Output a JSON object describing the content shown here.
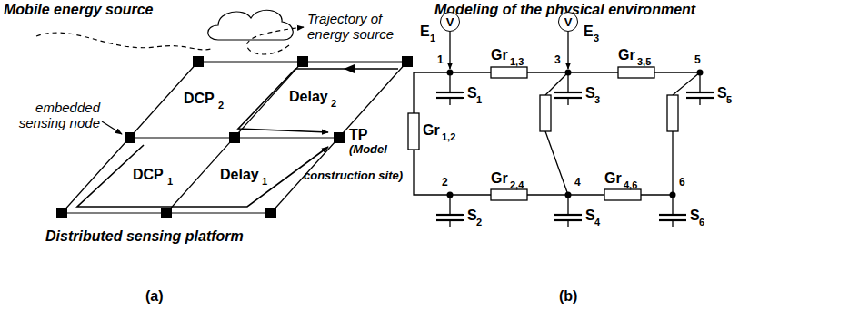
{
  "diagram": {
    "nodes": [
      {
        "text": [
          "V"
        ]
      },
      {
        "text": [
          "V"
        ]
      }
    ],
    "labels": [
      "Mobile energy source",
      "Trajectory of energy source",
      "embedded sensing node",
      "DCP",
      "2",
      "Delay",
      "2",
      "DCP",
      "1",
      "Delay",
      "1",
      "TP",
      "(Model",
      "construction site)",
      "Distributed sensing platform",
      "(a)",
      "Modeling of the physical environment",
      "E",
      "1",
      "E",
      "3",
      "Gr",
      "1,3",
      "Gr",
      "3,5",
      "1",
      "3",
      "5",
      "S",
      "1",
      "S",
      "3",
      "S",
      "5",
      "Gr",
      "1,2",
      "2",
      "4",
      "6",
      "Gr",
      "2,4",
      "Gr",
      "4,6",
      "S",
      "2",
      "S",
      "4",
      "S",
      "6",
      "(b)"
    ]
  }
}
